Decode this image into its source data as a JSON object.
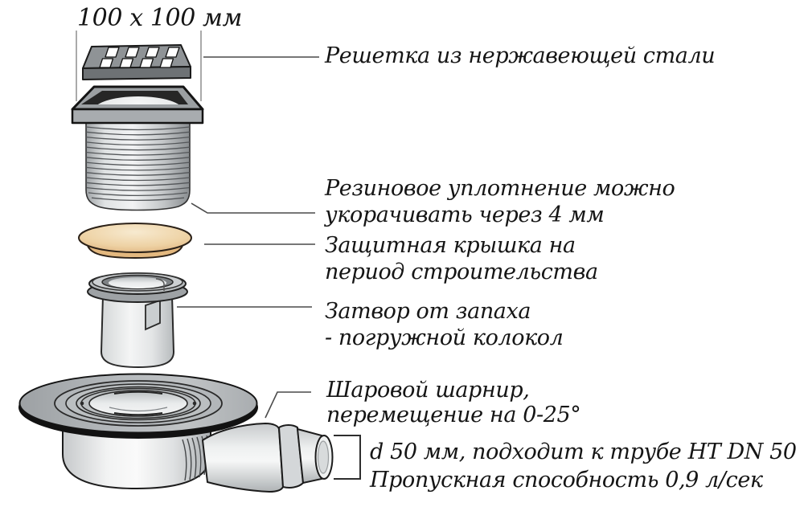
{
  "dimension": {
    "label": "100 x 100 мм"
  },
  "annotations": {
    "grate": {
      "lines": [
        "Решетка из нержавеющей стали"
      ]
    },
    "seal": {
      "lines": [
        "Резиновое уплотнение можно",
        "укорачивать через 4 мм"
      ]
    },
    "cover": {
      "lines": [
        "Защитная крышка на",
        "период строительства"
      ]
    },
    "trap": {
      "lines": [
        "Затвор от запаха",
        "- погружной колокол"
      ]
    },
    "joint": {
      "lines": [
        "Шаровой шарнир,",
        "перемещение на 0-25°"
      ]
    },
    "outlet": {
      "lines": [
        "d 50 мм, подходит к трубе HT DN 50",
        "Пропускная способность 0,9 л/сек"
      ]
    }
  },
  "colors": {
    "background": "#ffffff",
    "ink": "#151515",
    "outline": "#1a1a1a",
    "metal_gray": "#b4b8bb",
    "metal_dark": "#6e7275",
    "cover_beige": "#eed2a4",
    "leader": "#4a4a4a"
  }
}
